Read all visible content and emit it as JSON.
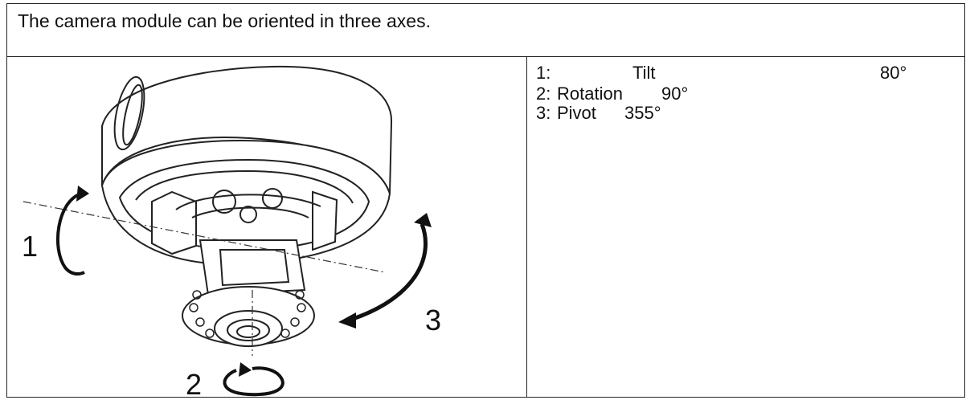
{
  "header": {
    "text": "The camera module can be oriented in three axes."
  },
  "specs": [
    {
      "num": "1:",
      "label": "Tilt",
      "value": "80°"
    },
    {
      "num": "2:",
      "label": "Rotation",
      "value": "90°"
    },
    {
      "num": "3:",
      "label": "Pivot",
      "value": "355°"
    }
  ],
  "figure": {
    "axis_labels": [
      "1",
      "2",
      "3"
    ]
  }
}
